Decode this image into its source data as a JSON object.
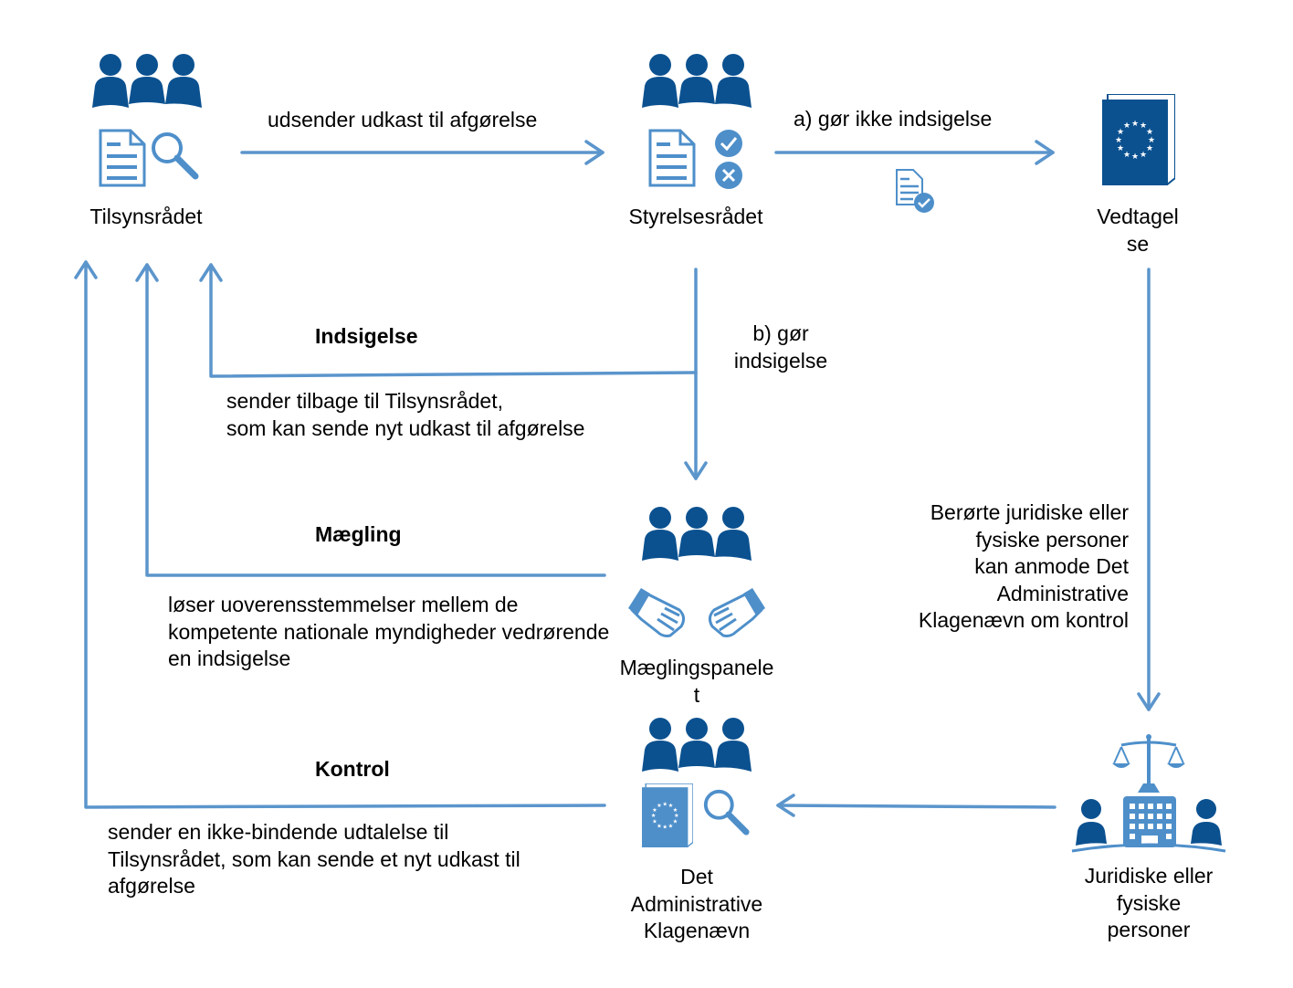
{
  "colors": {
    "dark_blue": "#0b5190",
    "mid_blue": "#4e8fca",
    "arrow_blue": "#5b95cc",
    "text": "#000000"
  },
  "nodes": {
    "tilsynsraadet": {
      "label": "Tilsynsrådet",
      "icons": [
        "people-group-icon",
        "document-icon",
        "magnifier-icon"
      ]
    },
    "styrelsesraadet": {
      "label": "Styrelsesrådet",
      "icons": [
        "people-group-icon",
        "document-icon",
        "check-circle-icon",
        "cross-circle-icon"
      ]
    },
    "vedtagelse": {
      "label": "Vedtagel\nse",
      "icons": [
        "eu-book-icon"
      ]
    },
    "maeglingspanelet": {
      "label": "Mæglingspanele\nt",
      "icons": [
        "people-group-icon",
        "handshake-icon"
      ]
    },
    "klagenaevn": {
      "label": "Det\nAdministrative\nKlagenævn",
      "icons": [
        "people-group-icon",
        "eu-book-icon",
        "magnifier-icon"
      ]
    },
    "personer": {
      "label": "Juridiske eller\nfysiske\npersoner",
      "icons": [
        "scales-of-justice-icon",
        "court-building-icon",
        "person-icon"
      ]
    }
  },
  "edges": {
    "udkast": {
      "label": "udsender udkast til afgørelse"
    },
    "ikke_indsigelse": {
      "label": "a)  gør ikke indsigelse",
      "icon": "approved-document-icon"
    },
    "indsigelse_b": {
      "label": "b) gør\nindsigelse"
    },
    "indsigelse": {
      "title": "Indsigelse",
      "description": "sender tilbage til Tilsynsrådet,\nsom kan sende nyt udkast til afgørelse"
    },
    "maegling": {
      "title": "Mægling",
      "description": "løser uoverensstemmelser mellem  de\nkompetente nationale myndigheder vedrørende\nen indsigelse"
    },
    "kontrol": {
      "title": "Kontrol",
      "description": "sender en ikke-bindende udtalelse til\nTilsynsrådet, som kan sende et nyt udkast til\nafgørelse"
    },
    "anmodning": {
      "label": "Berørte juridiske eller\nfysiske personer\nkan anmode Det\nAdministrative\nKlagenævn om kontrol"
    }
  }
}
